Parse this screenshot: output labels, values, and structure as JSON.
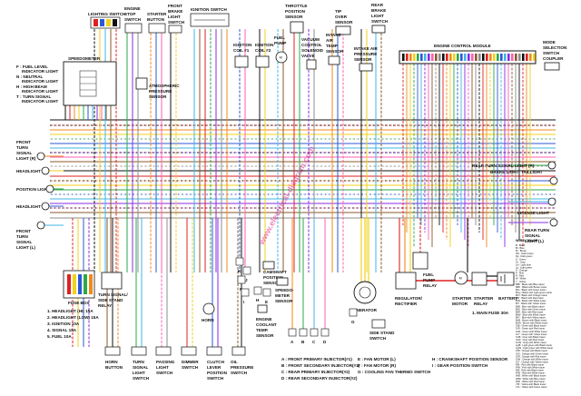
{
  "watermark": "www.electrical-diagram.com",
  "colors": {
    "black": "#111111",
    "red": "#e02020",
    "orange": "#f08a1c",
    "yellow": "#f2d21a",
    "green": "#2aa84a",
    "blue": "#2b58d6",
    "lightblue": "#3fb6e8",
    "purple": "#8a2be2",
    "pink": "#ff5fb4",
    "brown": "#8b5a2b",
    "gray": "#8c8c8c",
    "white": "#cfcfcf"
  },
  "labels": {
    "lighting_switch": "LIGHTING SWITCH",
    "engine_stop_switch": [
      "ENGINE",
      "STOP",
      "SWITCH"
    ],
    "starter_button": [
      "STARTER",
      "BUTTON"
    ],
    "front_brake_light_switch": [
      "FRONT",
      "BRAKE",
      "LIGHT",
      "SWITCH"
    ],
    "ignition_switch": "IGNITION SWITCH",
    "throttle_position_sensor": [
      "THROTTLE",
      "POSITION",
      "SENSOR"
    ],
    "tip_over_sensor": [
      "TIP",
      "OVER",
      "SENSOR"
    ],
    "rear_brake_light_switch": [
      "REAR",
      "BRAKE",
      "LIGHT",
      "SWITCH"
    ],
    "ignition_coil_1": [
      "IGNITION",
      "COIL #1"
    ],
    "ignition_coil_2": [
      "IGNITION",
      "COIL #2"
    ],
    "fuel_pump": [
      "FUEL",
      "PUMP"
    ],
    "vacuum_control_solenoid_valve": [
      "VACUUM",
      "CONTROL",
      "SOLENOID",
      "VALVE"
    ],
    "intake_air_temp_sensor": [
      "INTAKE",
      "AIR",
      "TEMP",
      "SENSOR"
    ],
    "intake_air_pressure_sensor": [
      "INTAKE AIR",
      "PRESSURE",
      "SENSOR"
    ],
    "engine_control_module": "ENGINE CONTROL MODULE",
    "mode_selection_switch_coupler": [
      "MODE",
      "SELECTION",
      "SWITCH",
      "COUPLER"
    ],
    "speedometer": "SPEEDOMETER",
    "indicator_lights": [
      "F : FUEL LEVEL",
      "INDICATOR LIGHT",
      "N : NEUTRAL",
      "INDICATOR LIGHT",
      "H : HIGH BEAM",
      "INDICATOR LIGHT",
      "T : TURN SIGNAL",
      "INDICATOR LIGHT"
    ],
    "atmospheric_pressure_sensor": [
      "ATMOSPHERIC",
      "PRESSURE",
      "SENSOR"
    ],
    "front_turn_signal_light_r": [
      "FRONT",
      "TURN",
      "SIGNAL",
      "LIGHT (R)"
    ],
    "headlight_h": "HEADLIGHT (H)",
    "position_light": "POSITION LIGHT",
    "headlight_l": "HEADLIGHT (L)",
    "front_turn_signal_light_l": [
      "FRONT",
      "TURN",
      "SIGNAL",
      "LIGHT (L)"
    ],
    "rear_turn_signal_light_r": "REAR TURN SIGNAL LIGHT (R)",
    "brake_light_taillight": "BRAKE LIGHT/ TAILLIGHT",
    "license_light": "LICENSE LIGHT",
    "rear_turn_signal_light_l": [
      "REAR TURN",
      "SIGNAL",
      "LIGHT (L)"
    ],
    "camshaft_position_sensor": [
      "CAMSHAFT",
      "POSITION",
      "SENSOR"
    ],
    "speedometer_sensor": [
      "SPEEDO-",
      "METER",
      "SENSOR"
    ],
    "engine_coolant_temp_sensor": [
      "ENGINE",
      "COOLANT",
      "TEMP.",
      "SENSOR"
    ],
    "generator": "GENERATOR",
    "fuel_pump_relay": [
      "FUEL",
      "PUMP",
      "RELAY"
    ],
    "regulator_rectifier": [
      "REGULATOR/",
      "RECTIFIER"
    ],
    "starter_motor": [
      "STARTER",
      "MOTOR"
    ],
    "starter_relay": [
      "STARTER",
      "RELAY"
    ],
    "battery": "BATTERY",
    "main_fuse": "1. MAIN FUSE 30A",
    "fuse_box": "FUSE BOX",
    "turn_signal_side_stand_relay": [
      "TURN SIGNAL/",
      "SIDE STAND",
      "RELAY"
    ],
    "horn": "HORN",
    "horn_button": [
      "HORN",
      "BUTTON"
    ],
    "turn_signal_light_switch": [
      "TURN",
      "SIGNAL",
      "LIGHT",
      "SWITCH"
    ],
    "passing_light_switch": [
      "PASSING",
      "LIGHT",
      "SWITCH"
    ],
    "dimmer_switch": [
      "DIMMER",
      "SWITCH"
    ],
    "clutch_lever_position_switch": [
      "CLUTCH",
      "LEVER",
      "POSITION",
      "SWITCH"
    ],
    "oil_pressure_switch": [
      "OIL",
      "PRESSURE",
      "SWITCH"
    ],
    "side_stand_switch": [
      "SIDE STAND",
      "SWITCH"
    ]
  },
  "fuse_list": [
    "1. HEADLIGHT (HI)    15A",
    "2. HEADLIGHT (LOW)   15A",
    "3. IGNITION            10A",
    "4. SIGNAL                15A",
    "5. FUEL                   10A"
  ],
  "injector_legend": [
    "A : FRONT PRIMARY INJECTOR(#1)",
    "B : FRONT SECONDARY INJECTOR(#1)",
    "C : REAR PRIMARY INJECTOR(#2)",
    "D : REAR SECONDARY INJECTOR(#2)"
  ],
  "fan_legend": [
    "E : FAN MOTOR (L)",
    "F : FAN MOTOR (R)",
    "G : COOLING FAN THERMO SWITCH"
  ],
  "sensor_legend": [
    "H : CRANKSHAFT POSITION SENSOR",
    "I : GEAR POSITION SWITCH"
  ],
  "connector_letters": [
    "A",
    "B",
    "C",
    "D",
    "E",
    "F",
    "G",
    "H",
    "I",
    "J",
    "K"
  ],
  "wire_color_header": "WIRE COLOR",
  "wire_colors": [
    "B : Black",
    "Bl : Blue",
    "Br : Brown",
    "Dbr : Dark brown",
    "Dg : Dark green",
    "G : Green",
    "Gr : Gray",
    "Lbl : Light blue",
    "Lg : Light green",
    "O : Orange",
    "P : Pink",
    "R : Red",
    "W : White",
    "Y : Yellow",
    "B/Bl : Black with Blue tracer",
    "B/Br : Black with Brown tracer",
    "B/G : Black with Green tracer",
    "B/Lg : Black with Light green tracer",
    "B/O : Black with Orange tracer",
    "B/R : Black with Red tracer",
    "B/W : Black with White tracer",
    "B/Y : Black with Yellow tracer",
    "Bl/B : Blue with Black tracer",
    "Bl/G : Blue with Green tracer",
    "Bl/R : Blue with Red tracer",
    "Bl/W : Blue with White tracer",
    "Bl/Y : Blue with Yellow tracer",
    "Br/B : Brown with Black tracer",
    "Br/W : Brown with White tracer",
    "G/B : Green with Black tracer",
    "G/R : Green with Red tracer",
    "G/W : Green with White tracer",
    "G/Y : Green with Yellow tracer",
    "Gr/B : Gray with Black tracer",
    "Gr/R : Gray with Red tracer",
    "Gr/W : Gray with White tracer",
    "Lg/B : Light green with Black tracer",
    "Lg/W : Light green with White tracer",
    "O/B : Orange with Black tracer",
    "O/G : Orange with Green tracer",
    "O/R : Orange with Red tracer",
    "O/W : Orange with White tracer",
    "O/Y : Orange with Yellow tracer",
    "P/B : Pink with Black tracer",
    "P/W : Pink with White tracer",
    "R/B : Red with Black tracer",
    "R/W : Red with White tracer",
    "W/B : White with Black tracer",
    "W/Bl : White with Blue tracer",
    "W/R : White with Red tracer",
    "Y/B : Yellow with Black tracer",
    "Y/G : Yellow with Green tracer"
  ]
}
